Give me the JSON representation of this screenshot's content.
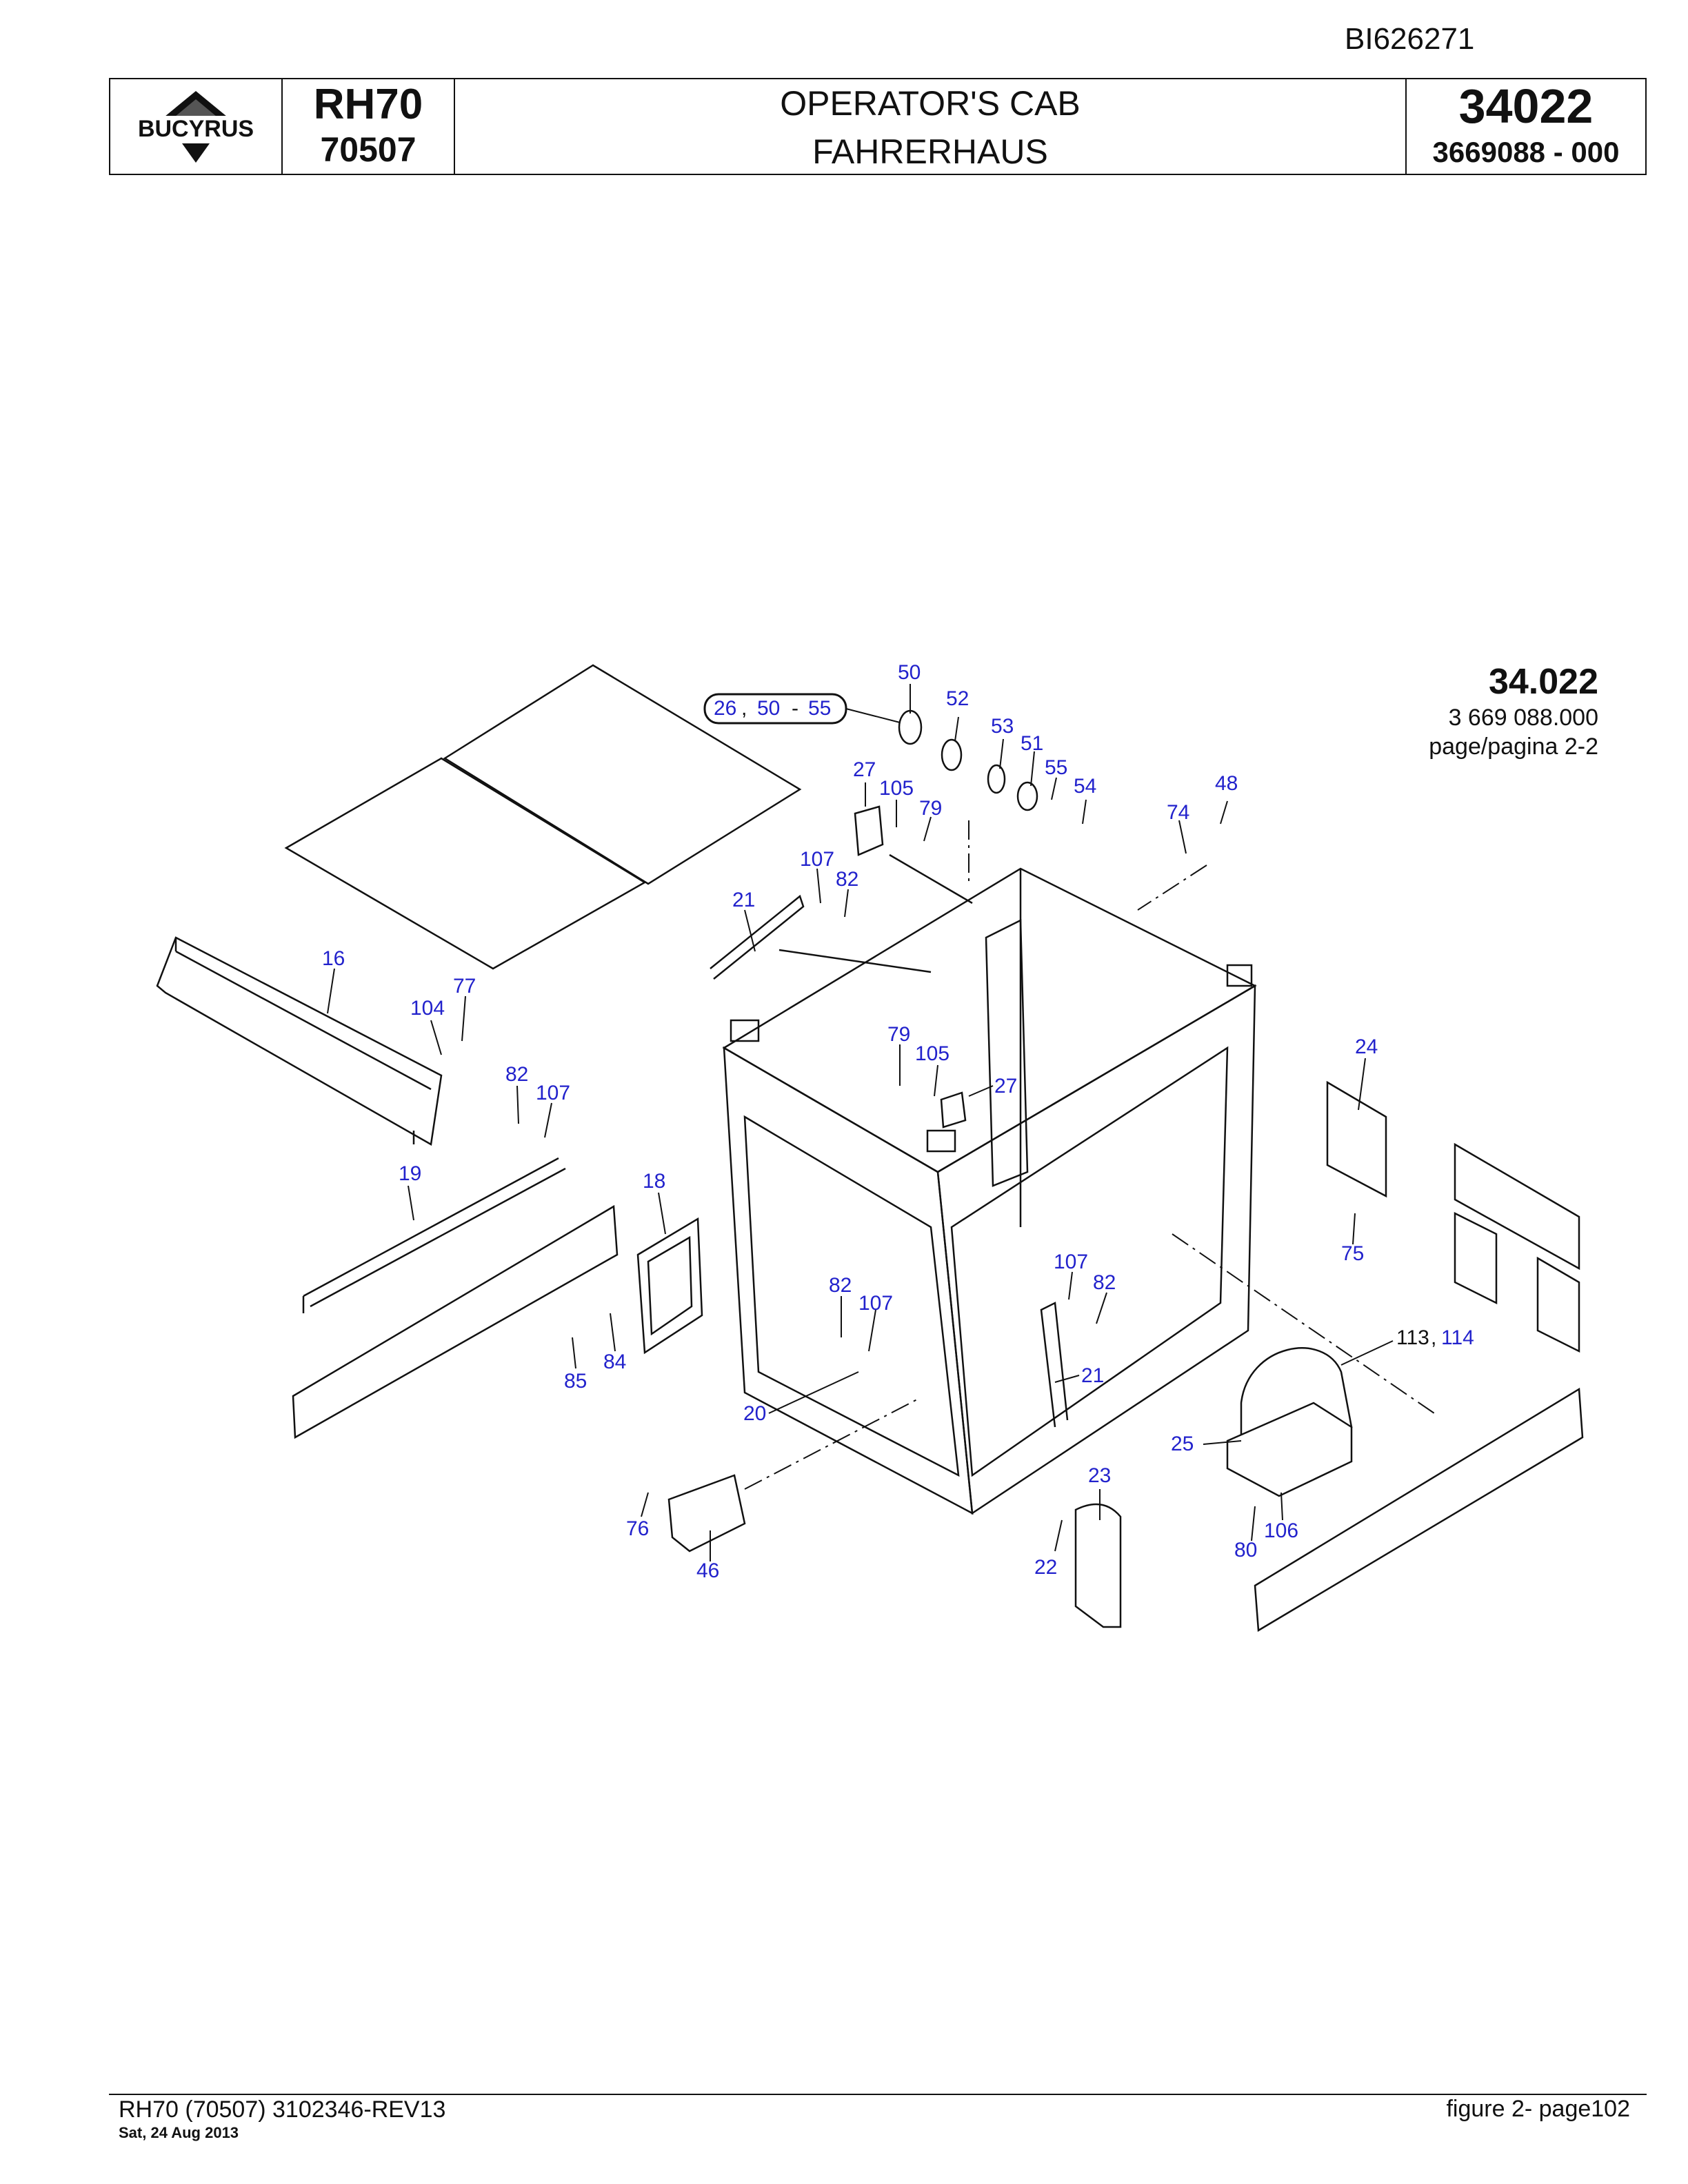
{
  "document_id": "BI626271",
  "header": {
    "brand": "BUCYRUS",
    "model": "RH70",
    "serial": "70507",
    "title_en": "OPERATOR'S CAB",
    "title_de": "FAHRERHAUS",
    "group_number": "34022",
    "part_number": "3669088  - 000"
  },
  "figure_ref": {
    "group": "34.022",
    "part": "3 669 088.000",
    "page": "page/pagina 2-2"
  },
  "callouts": [
    "50",
    "52",
    "53",
    "51",
    "55",
    "54",
    "48",
    "74",
    "27",
    "105",
    "79",
    "107",
    "82",
    "21",
    "16",
    "104",
    "77",
    "79",
    "105",
    "27",
    "24",
    "82",
    "107",
    "19",
    "18",
    "75",
    "107",
    "82",
    "82",
    "107",
    "21",
    "84",
    "85",
    "20",
    "113",
    "114",
    "25",
    "23",
    "76",
    "46",
    "22",
    "106",
    "80"
  ],
  "kit_label": {
    "a": "26",
    "b": "50",
    "c": "55"
  },
  "footer": {
    "doc": "RH70 (70507) 3102346-REV13",
    "date": "Sat, 24 Aug 2013",
    "page": "figure  2- page102"
  }
}
